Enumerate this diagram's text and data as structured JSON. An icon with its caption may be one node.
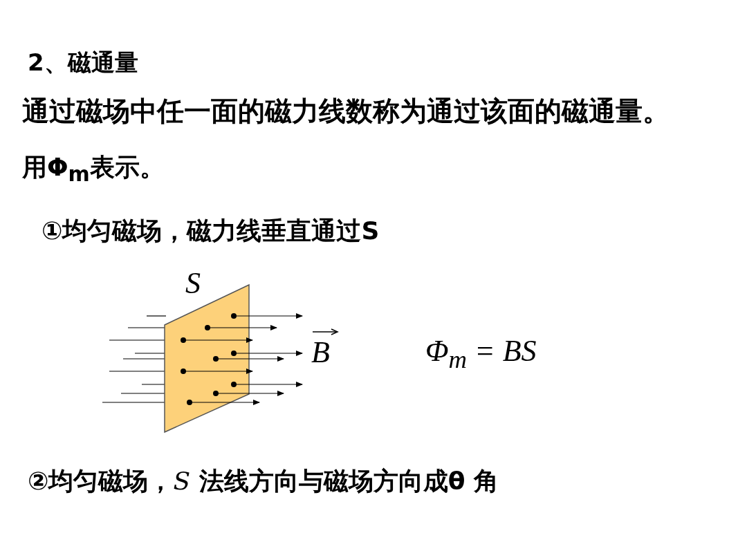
{
  "diagram": {
    "title": "2、磁通量",
    "labels": [
      "通过磁场中任一面的磁力线数称为通过该面的磁通量。",
      "用Φ$_{m}$表示。",
      "①均匀磁场，磁力线垂直通过S",
      "S",
      "B",
      "*Φ*$_{m}$ = *BS*",
      "②均匀磁场，*S* 法线方向与磁场方向成θ 角"
    ]
  }
}
